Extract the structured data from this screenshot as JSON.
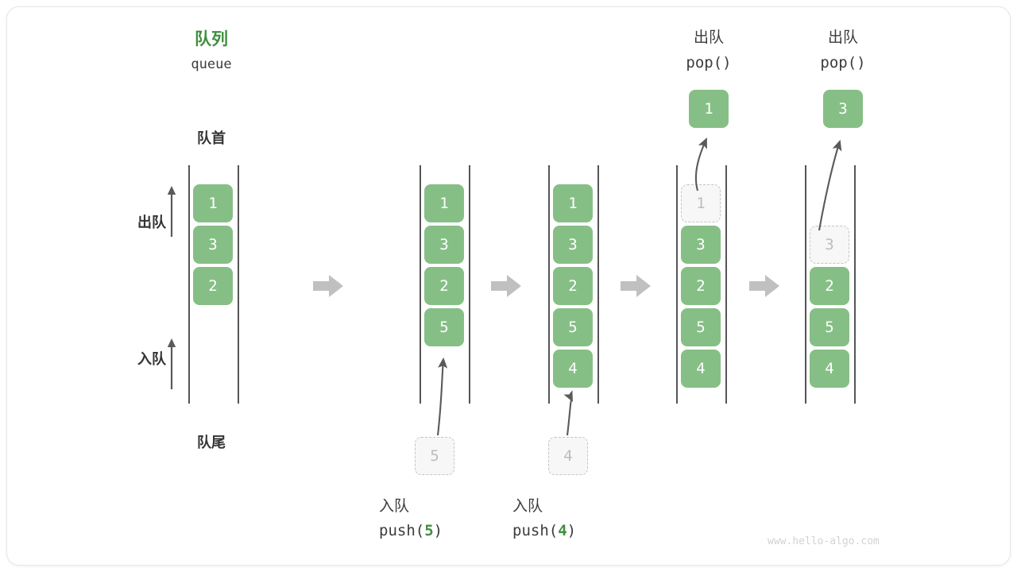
{
  "figure": {
    "title_cn": "队列",
    "title_en": "queue",
    "head_label": "队首",
    "tail_label": "队尾",
    "dequeue_label": "出队",
    "enqueue_label": "入队",
    "watermark": "www.hello-algo.com",
    "colors": {
      "element_fill": "#86bf86",
      "element_text": "#ffffff",
      "ghost_fill": "#f7f7f7",
      "ghost_border": "#c4c4c4",
      "ghost_text": "#bdbdbd",
      "accent_green": "#3f8f3f",
      "rail": "#555555",
      "step_arrow": "#c0c0c0",
      "motion_arrow": "#5a5a5a",
      "card_border": "#e6e6e6",
      "watermark": "#d2d2d2"
    }
  },
  "stages": [
    {
      "id": "stage-initial",
      "caption_cn": "",
      "caption_code": "",
      "elements": [
        "1",
        "3",
        "2"
      ]
    },
    {
      "id": "stage-push-5",
      "caption_cn": "入队",
      "caption_code": "push(5)",
      "caption_arg": "5",
      "elements": [
        "1",
        "3",
        "2",
        "5"
      ],
      "incoming": "5"
    },
    {
      "id": "stage-push-4",
      "caption_cn": "入队",
      "caption_code": "push(4)",
      "caption_arg": "4",
      "elements": [
        "1",
        "3",
        "2",
        "5",
        "4"
      ],
      "incoming": "4"
    },
    {
      "id": "stage-pop-1",
      "header_cn": "出队",
      "header_code": "pop()",
      "popped": "1",
      "ghost": "1",
      "elements": [
        "3",
        "2",
        "5",
        "4"
      ]
    },
    {
      "id": "stage-pop-3",
      "header_cn": "出队",
      "header_code": "pop()",
      "popped": "3",
      "ghost": "3",
      "elements": [
        "2",
        "5",
        "4"
      ]
    }
  ],
  "push_labels": {
    "push5_cn": "入队",
    "push5_code_prefix": "push(",
    "push5_code_arg": "5",
    "push5_code_suffix": ")",
    "push4_cn": "入队",
    "push4_code_prefix": "push(",
    "push4_code_arg": "4",
    "push4_code_suffix": ")"
  },
  "pop_labels": {
    "pop1_cn": "出队",
    "pop1_code": "pop()",
    "pop2_cn": "出队",
    "pop2_code": "pop()"
  },
  "values": {
    "s1_e0": "1",
    "s1_e1": "3",
    "s1_e2": "2",
    "s2_e0": "1",
    "s2_e1": "3",
    "s2_e2": "2",
    "s2_e3": "5",
    "s2_ghost": "5",
    "s3_e0": "1",
    "s3_e1": "3",
    "s3_e2": "2",
    "s3_e3": "5",
    "s3_e4": "4",
    "s3_ghost": "4",
    "s4_ghost": "1",
    "s4_e1": "3",
    "s4_e2": "2",
    "s4_e3": "5",
    "s4_e4": "4",
    "s4_popped": "1",
    "s5_ghost": "3",
    "s5_e2": "2",
    "s5_e3": "5",
    "s5_e4": "4",
    "s5_popped": "3"
  }
}
